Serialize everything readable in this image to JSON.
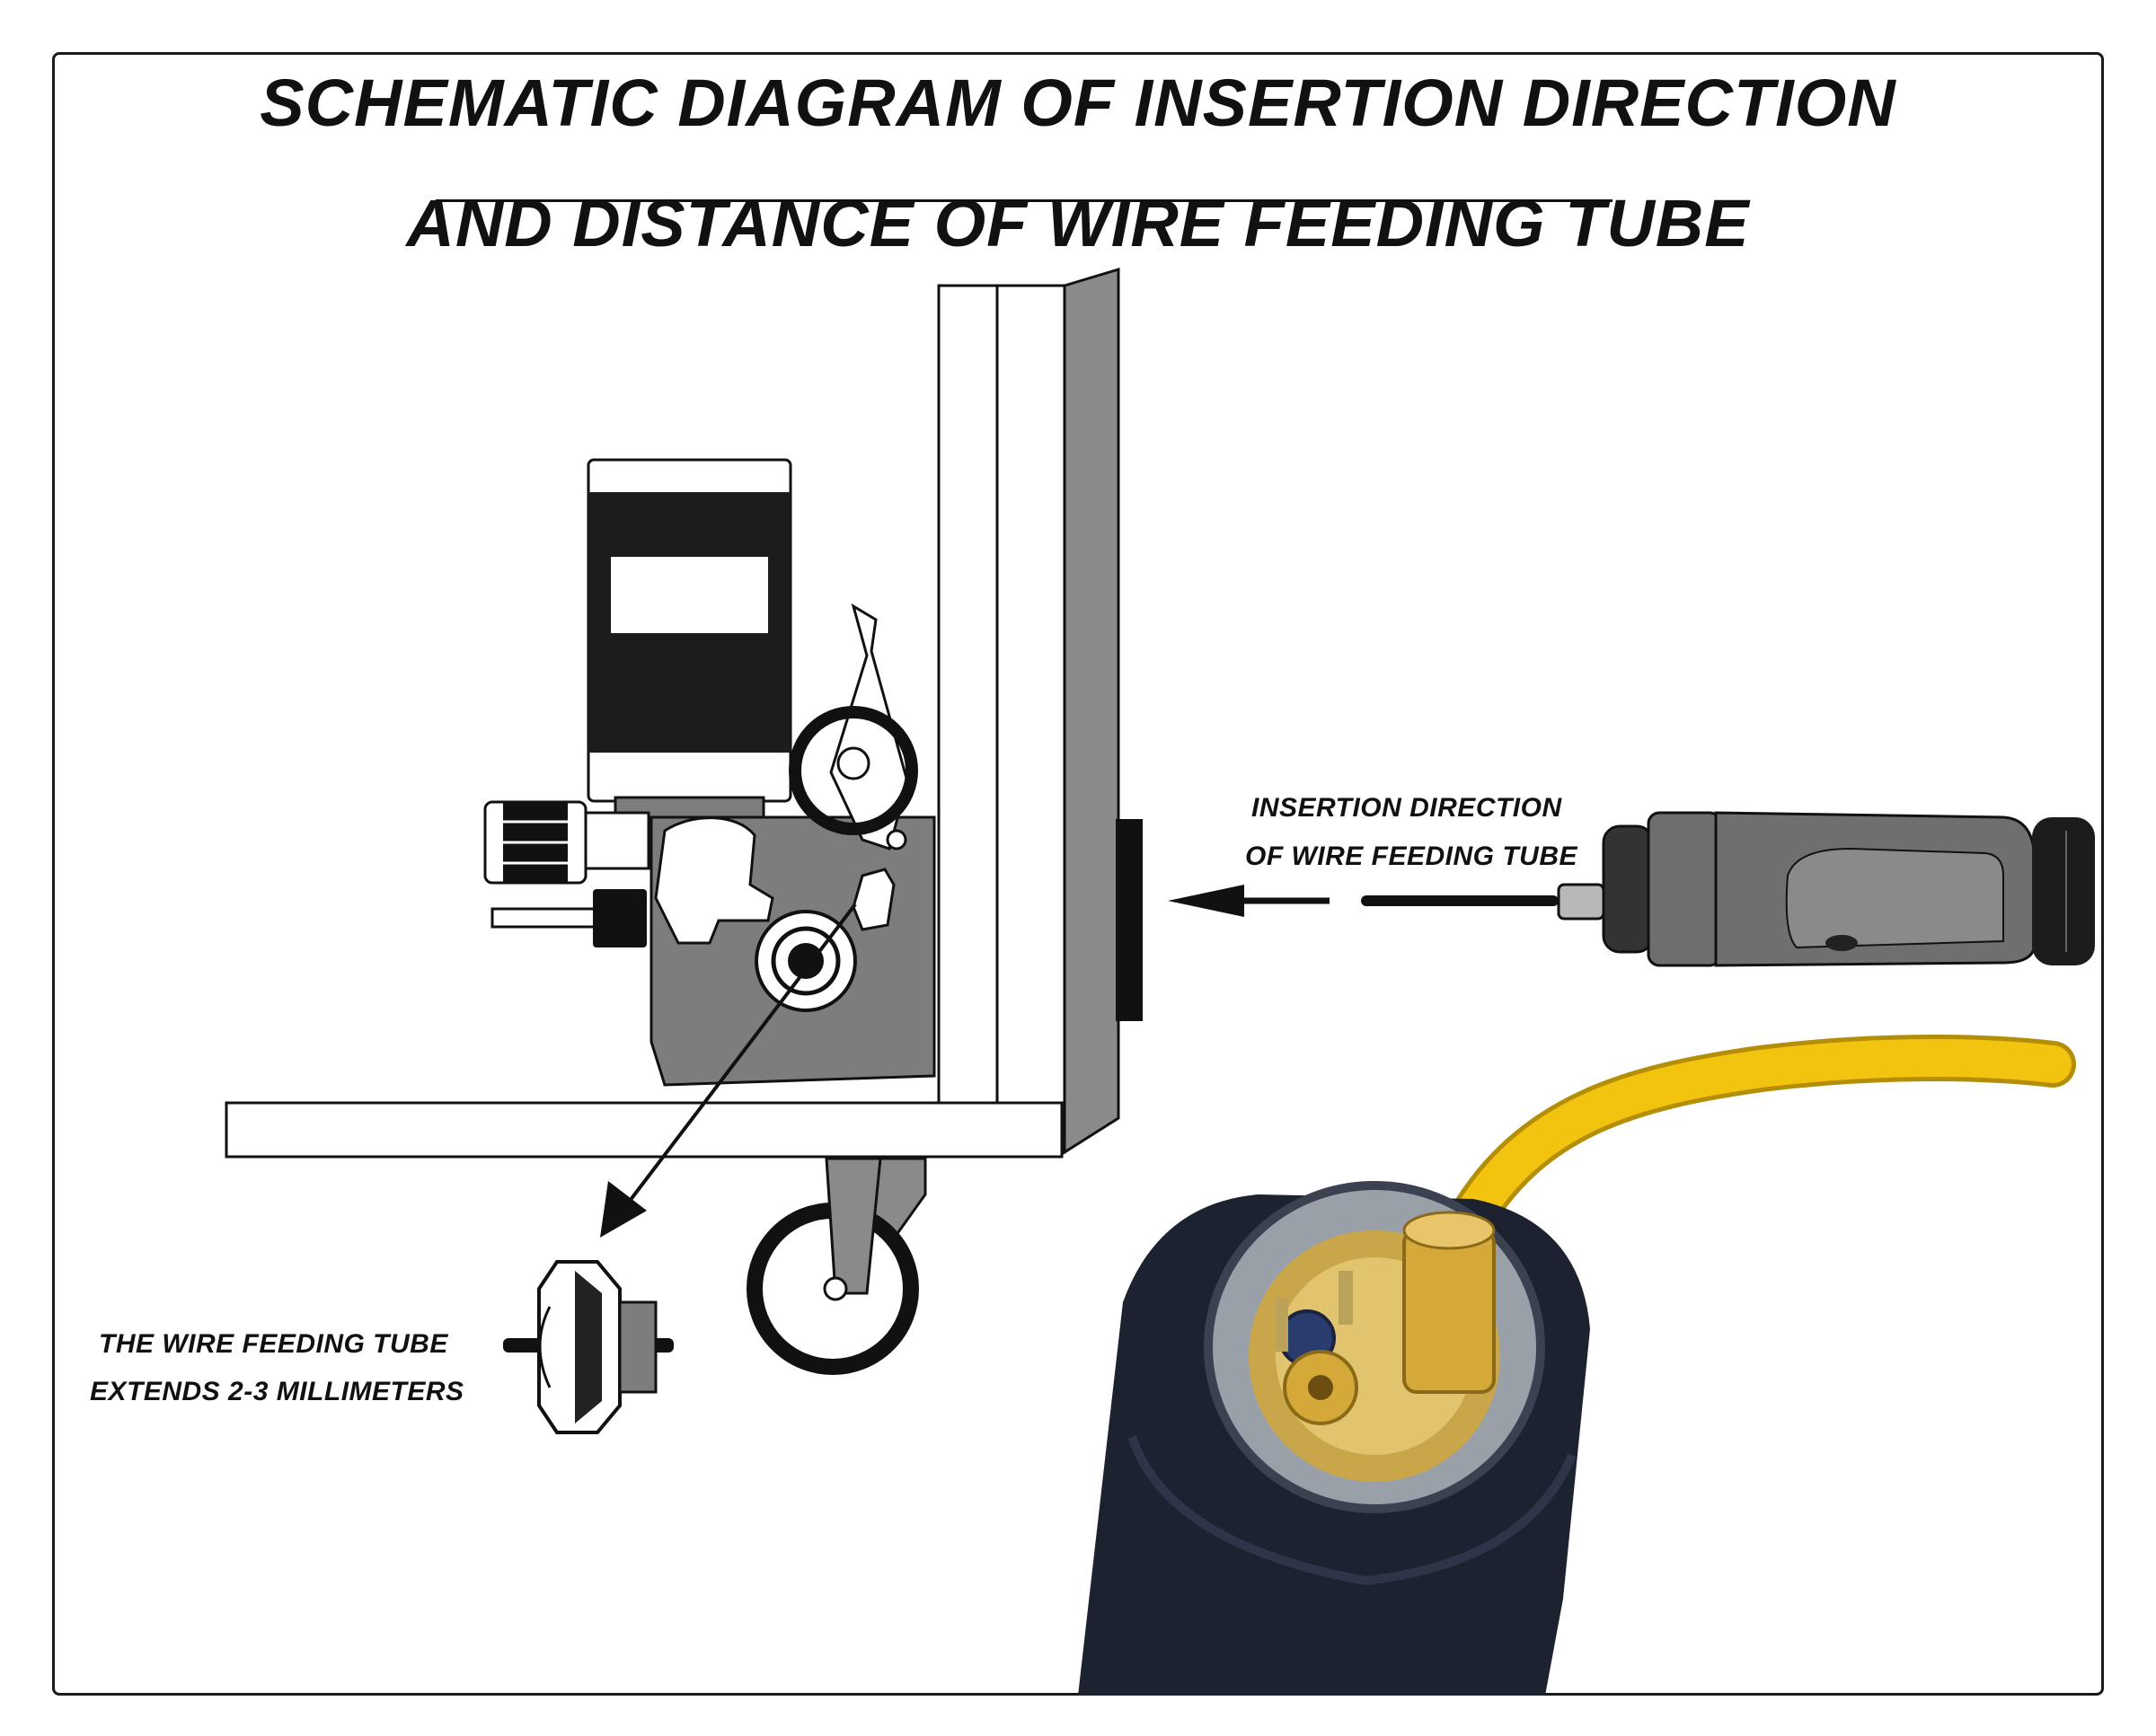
{
  "title": {
    "line1": "SCHEMATIC DIAGRAM OF INSERTION DIRECTION",
    "line2": "AND DISTANCE OF WIRE FEEDING TUBE"
  },
  "insertion_label": {
    "line1": "INSERTION DIRECTION",
    "line2": "OF WIRE FEEDING TUBE"
  },
  "extension_label": {
    "line1": "THE WIRE FEEDING TUBE",
    "line2": "EXTENDS 2-3 MILLIMETERS"
  },
  "colors": {
    "ink": "#111111",
    "panel_gray": "#8a8a8a",
    "housing_gray": "#7d7d7d",
    "cable_yellow": "#f2c40f",
    "connector_brass": "#d4a93a",
    "connector_black": "#1c2230"
  }
}
